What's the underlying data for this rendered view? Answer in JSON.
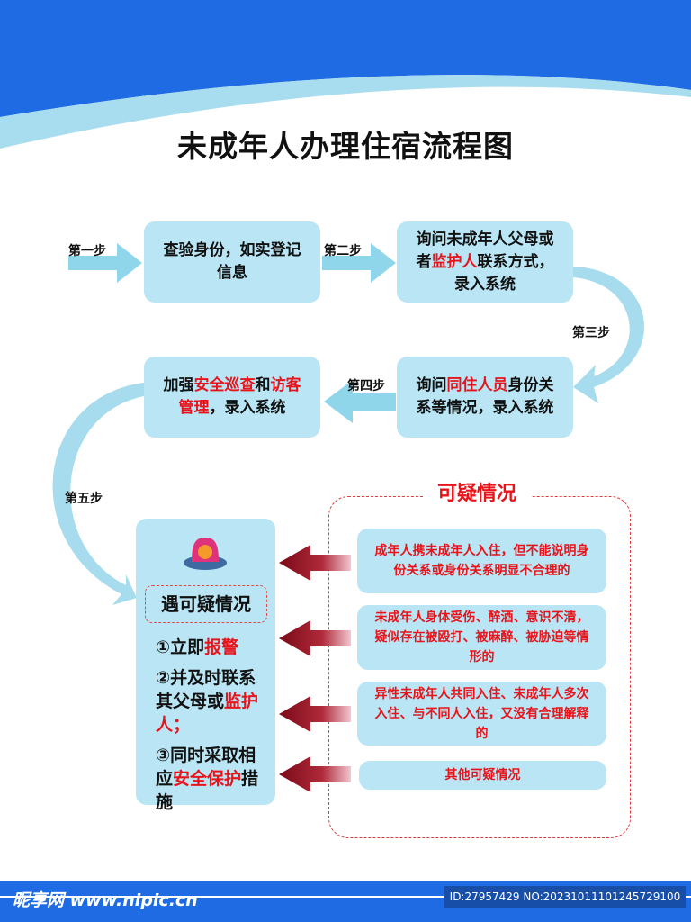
{
  "title": "未成年人办理住宿流程图",
  "steps": [
    "第一步",
    "第二步",
    "第三步",
    "第四步",
    "第五步"
  ],
  "box1": {
    "parts": [
      "查验身份，如实登记信息"
    ]
  },
  "box2": {
    "parts": [
      "询问未成年人父母或者",
      "监护人",
      "联系方式，录入系统"
    ]
  },
  "box3": {
    "parts": [
      "询问",
      "同住人员",
      "身份关系等情况，录入系统"
    ]
  },
  "box4": {
    "parts": [
      "加强",
      "安全巡查",
      "和",
      "访客管理",
      "，录入系统"
    ]
  },
  "alarm": {
    "title": "遇可疑情况",
    "items": [
      [
        "①立即",
        "报警"
      ],
      [
        "②并及时联系其父母或",
        "监护人；"
      ],
      [
        "③同时采取相应",
        "安全保护",
        "措施"
      ]
    ]
  },
  "suspicious": {
    "title": "可疑情况",
    "cases": [
      "成年人携未成年人入住，但不能说明身份关系或身份关系明显不合理的",
      "未成年人身体受伤、醉酒、意识不清，疑似存在被殴打、被麻醉、被胁迫等情形的",
      "异性未成年人共同入住、未成年人多次入住、与不同人入住，又没有合理解释的",
      "其他可疑情况"
    ]
  },
  "footer": {
    "logo": "昵享网 www.nipic.cn",
    "id": "ID:27957429 NO:20231011101245729100"
  },
  "colors": {
    "blue": "#1f6be3",
    "box": "#b9e5f4",
    "red": "#e8141b",
    "arrow": "#8fd6ea",
    "darkArrow": "#8b1020"
  }
}
